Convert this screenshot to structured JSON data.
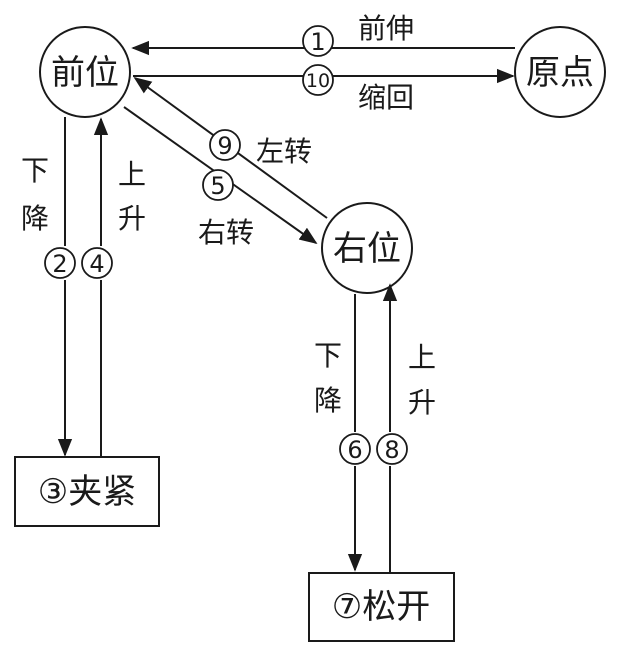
{
  "nodes": {
    "front": "前位",
    "origin": "原点",
    "right": "右位",
    "clamp": "③夹紧",
    "release": "⑦松开"
  },
  "edges": {
    "extend": {
      "num": "①",
      "label": "前伸"
    },
    "retract": {
      "num": "⑩",
      "label": "缩回"
    },
    "turn_left": {
      "num": "⑨",
      "label": "左转"
    },
    "turn_right": {
      "num": "⑤",
      "label": "右转"
    },
    "left_down": {
      "num": "②",
      "label": [
        "下",
        "降"
      ]
    },
    "left_up": {
      "num": "④",
      "label": [
        "上",
        "升"
      ]
    },
    "right_down": {
      "num": "⑥",
      "label": [
        "下",
        "降"
      ]
    },
    "right_up": {
      "num": "⑧",
      "label": [
        "上",
        "升"
      ]
    }
  }
}
